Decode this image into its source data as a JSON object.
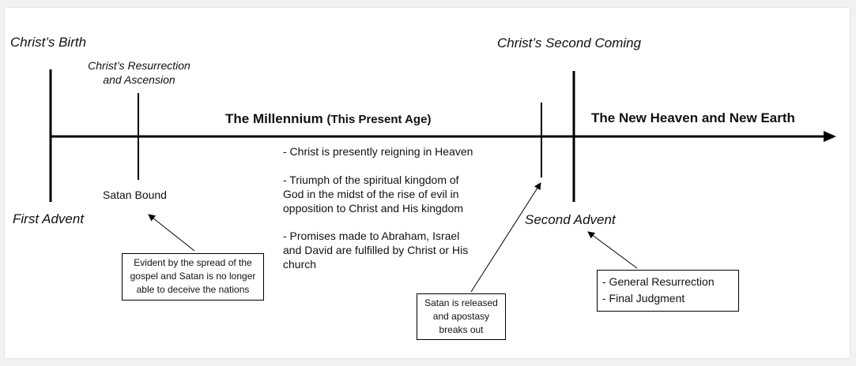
{
  "labels": {
    "christs_birth": "Christ’s Birth",
    "resurrection_line1": "Christ’s Resurrection",
    "resurrection_line2": "and Ascension",
    "second_coming": "Christ’s Second Coming",
    "millennium": "The Millennium",
    "present_age": "(This Present Age)",
    "new_heaven": "The New Heaven and New Earth",
    "satan_bound": "Satan Bound",
    "first_advent": "First Advent",
    "second_advent": "Second Advent"
  },
  "millennium_points": [
    [
      "- Christ is presently reigning in Heaven"
    ],
    [
      "- Triumph of the spiritual kingdom of",
      "God in the midst of the rise of evil in",
      "opposition to Christ and His kingdom"
    ],
    [
      "- Promises made to Abraham, Israel",
      "and David are fulfilled by Christ or His",
      "church"
    ]
  ],
  "callouts": {
    "satan_bound_note": [
      "Evident by the spread of the",
      "gospel and Satan is no longer",
      "able to deceive the nations"
    ],
    "satan_released_note": [
      "Satan is released",
      "and apostasy",
      "breaks out"
    ],
    "final_events": [
      "- General Resurrection",
      "- Final Judgment"
    ]
  },
  "colors": {
    "line": "#000000",
    "background": "#ffffff",
    "frame": "#f2f2f2"
  }
}
